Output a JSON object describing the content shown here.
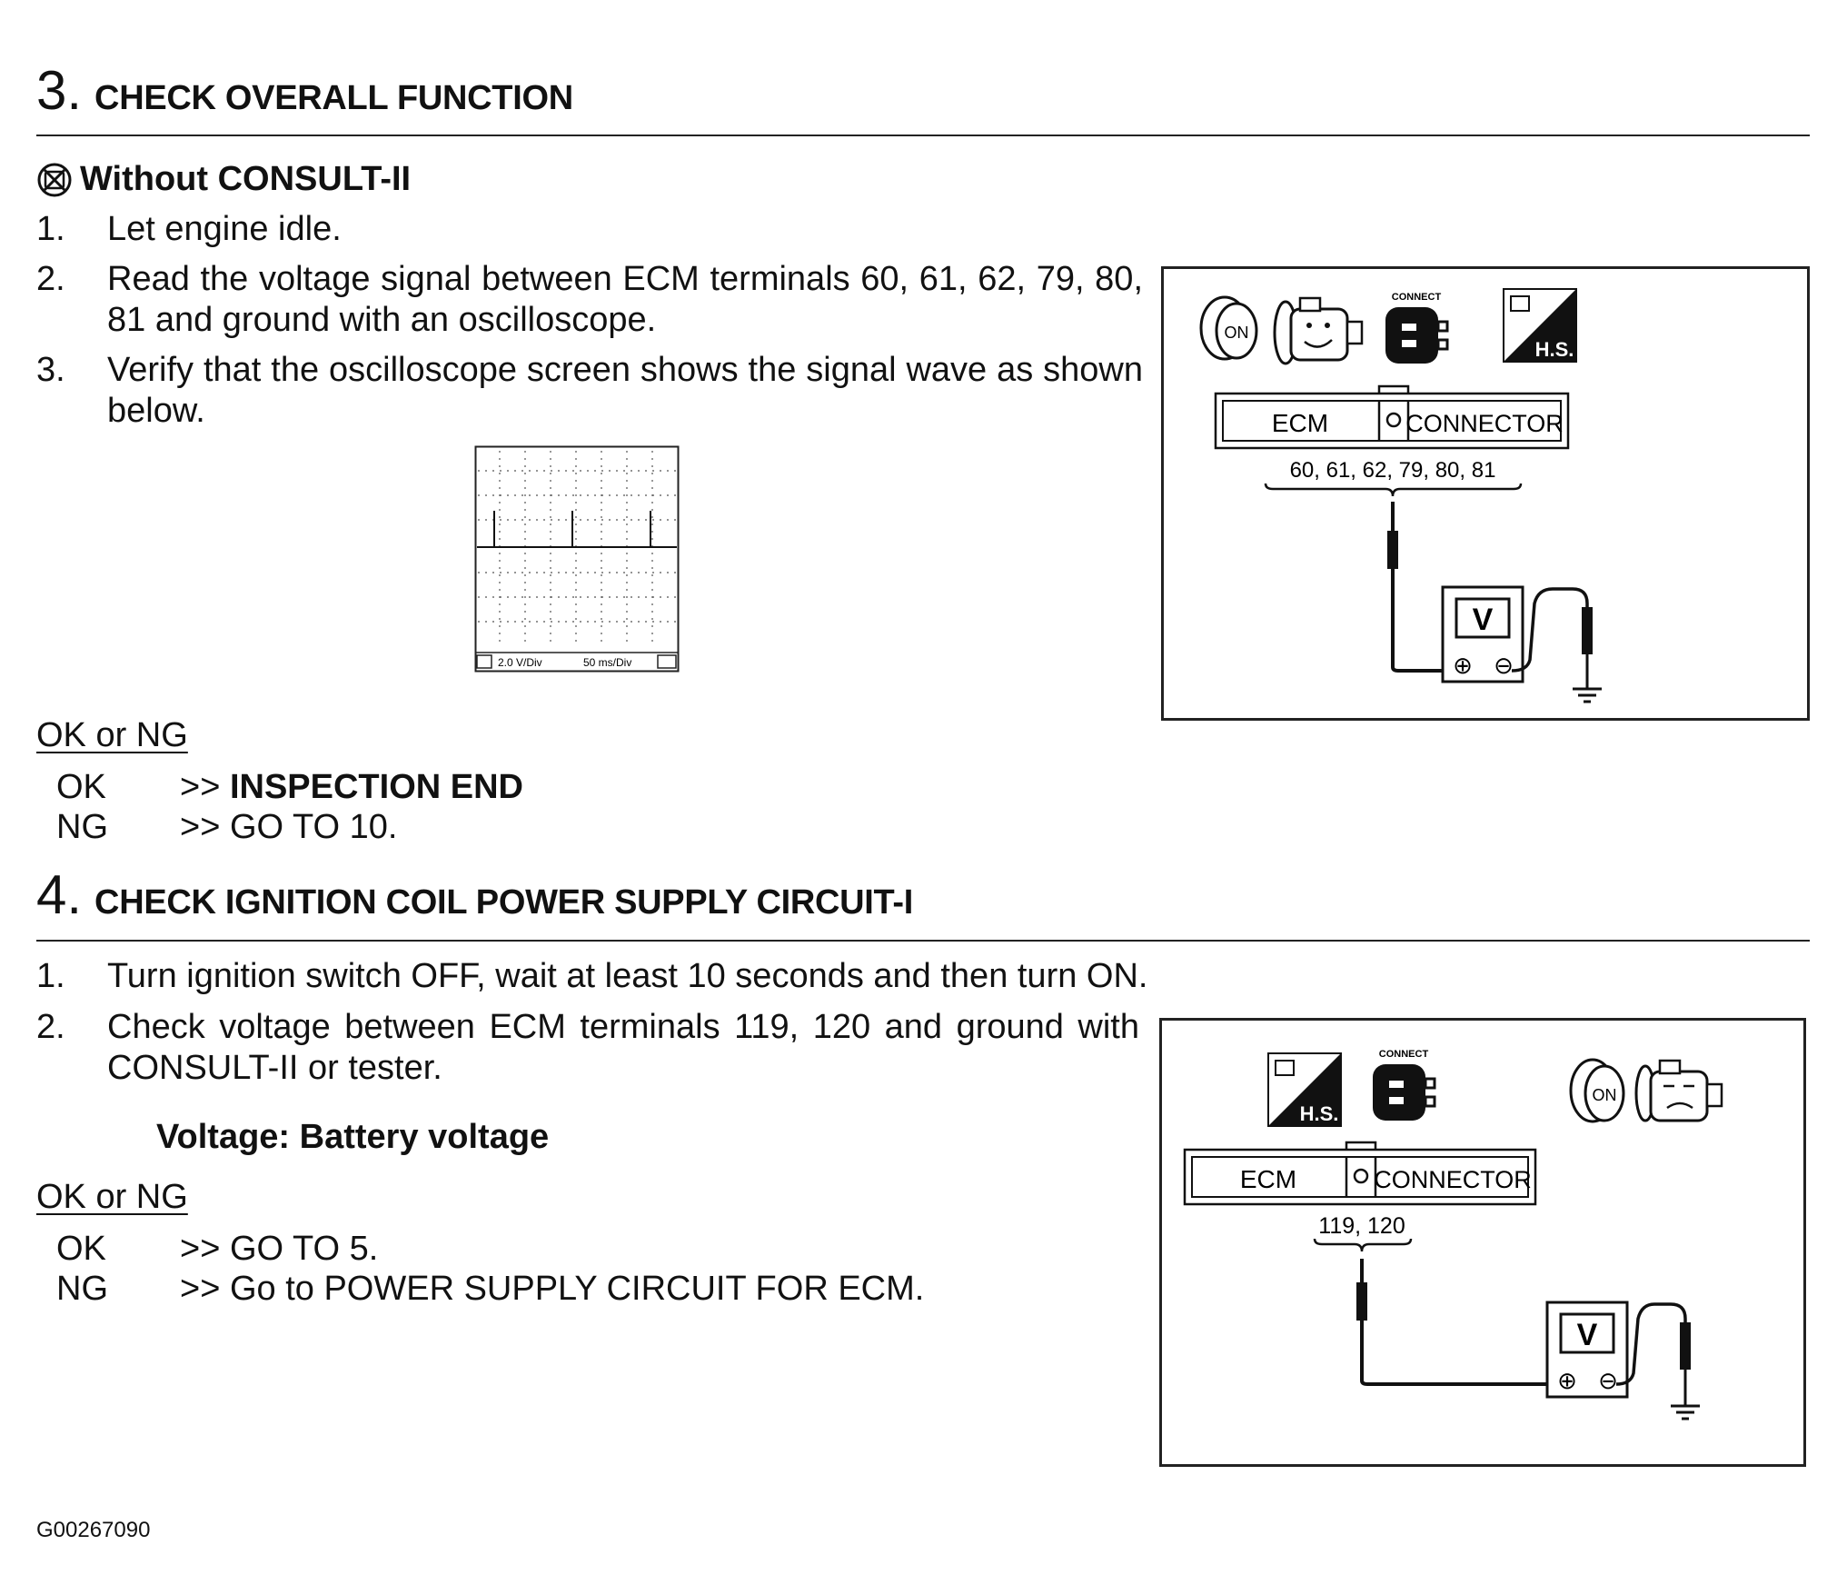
{
  "step3": {
    "number": "3.",
    "title": "CHECK OVERALL FUNCTION",
    "subhead": "Without CONSULT-II",
    "items": [
      {
        "n": "1.",
        "text": "Let engine idle."
      },
      {
        "n": "2.",
        "text": "Read the voltage signal between ECM terminals 60, 61, 62, 79, 80, 81 and ground with an oscilloscope."
      },
      {
        "n": "3.",
        "text": "Verify that the oscilloscope screen shows the signal wave as shown below."
      }
    ],
    "scope": {
      "volt_div": "2.0 V/Div",
      "time_div": "50 ms/Div"
    },
    "ok_ng_label": "OK or NG",
    "results": [
      {
        "key": "OK",
        "arrow": ">>",
        "val": "INSPECTION END"
      },
      {
        "key": "NG",
        "arrow": ">>",
        "val": "GO TO 10."
      }
    ],
    "diagram": {
      "icon_on": "ON",
      "icon_connect": "CONNECT",
      "icon_hs": "H.S.",
      "ecm_label": "ECM",
      "connector_label": "CONNECTOR",
      "terminals": "60, 61, 62, 79, 80, 81",
      "meter": "V",
      "plus": "⊕",
      "minus": "⊖"
    }
  },
  "step4": {
    "number": "4.",
    "title": "CHECK IGNITION COIL POWER SUPPLY CIRCUIT-I",
    "items": [
      {
        "n": "1.",
        "text": "Turn ignition switch OFF, wait at least 10 seconds and then turn ON."
      },
      {
        "n": "2.",
        "text": "Check voltage between ECM terminals 119, 120 and ground with CONSULT-II or tester."
      }
    ],
    "spec": "Voltage: Battery voltage",
    "ok_ng_label": "OK or NG",
    "results": [
      {
        "key": "OK",
        "arrow": ">>",
        "val": "GO TO 5."
      },
      {
        "key": "NG",
        "arrow": ">>",
        "val": "Go to POWER SUPPLY CIRCUIT FOR ECM."
      }
    ],
    "diagram": {
      "icon_hs": "H.S.",
      "icon_connect": "CONNECT",
      "icon_on": "ON",
      "ecm_label": "ECM",
      "connector_label": "CONNECTOR",
      "terminals": "119, 120",
      "meter": "V",
      "plus": "⊕",
      "minus": "⊖"
    }
  },
  "footer_code": "G00267090"
}
